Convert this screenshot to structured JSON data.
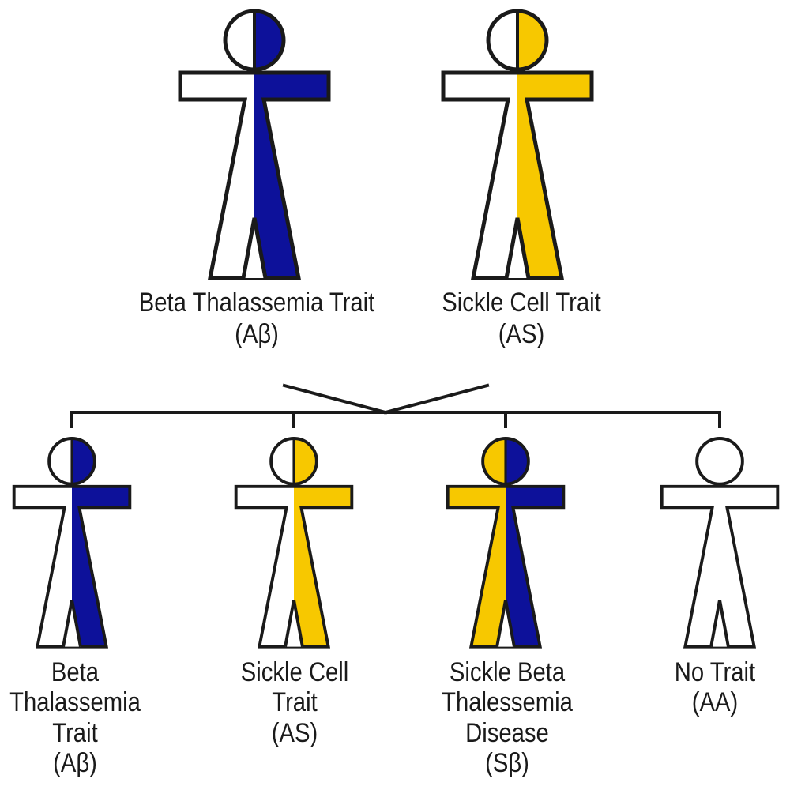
{
  "colors": {
    "beta_thalassemia": "#0d119a",
    "sickle": "#f7c800",
    "normal": "#ffffff",
    "outline": "#1a1a1a"
  },
  "parents": [
    {
      "id": "parent-beta",
      "left": "normal",
      "right": "beta_thalassemia",
      "label_lines": [
        "Beta Thalassemia Trait",
        "(Aβ)"
      ]
    },
    {
      "id": "parent-sickle",
      "left": "normal",
      "right": "sickle",
      "label_lines": [
        "Sickle Cell Trait",
        "(AS)"
      ]
    }
  ],
  "children": [
    {
      "id": "child-beta",
      "left": "normal",
      "right": "beta_thalassemia",
      "label_lines": [
        "Beta",
        "Thalassemia",
        "Trait",
        "(Aβ)"
      ]
    },
    {
      "id": "child-sickle",
      "left": "normal",
      "right": "sickle",
      "label_lines": [
        "Sickle Cell",
        "Trait",
        "(AS)"
      ]
    },
    {
      "id": "child-sickle-beta",
      "left": "sickle",
      "right": "beta_thalassemia",
      "label_lines": [
        "Sickle Beta",
        "Thalessemia",
        "Disease",
        "(Sβ)"
      ]
    },
    {
      "id": "child-no-trait",
      "left": "normal",
      "right": "normal",
      "label_lines": [
        "No Trait",
        "(AA)"
      ]
    }
  ]
}
